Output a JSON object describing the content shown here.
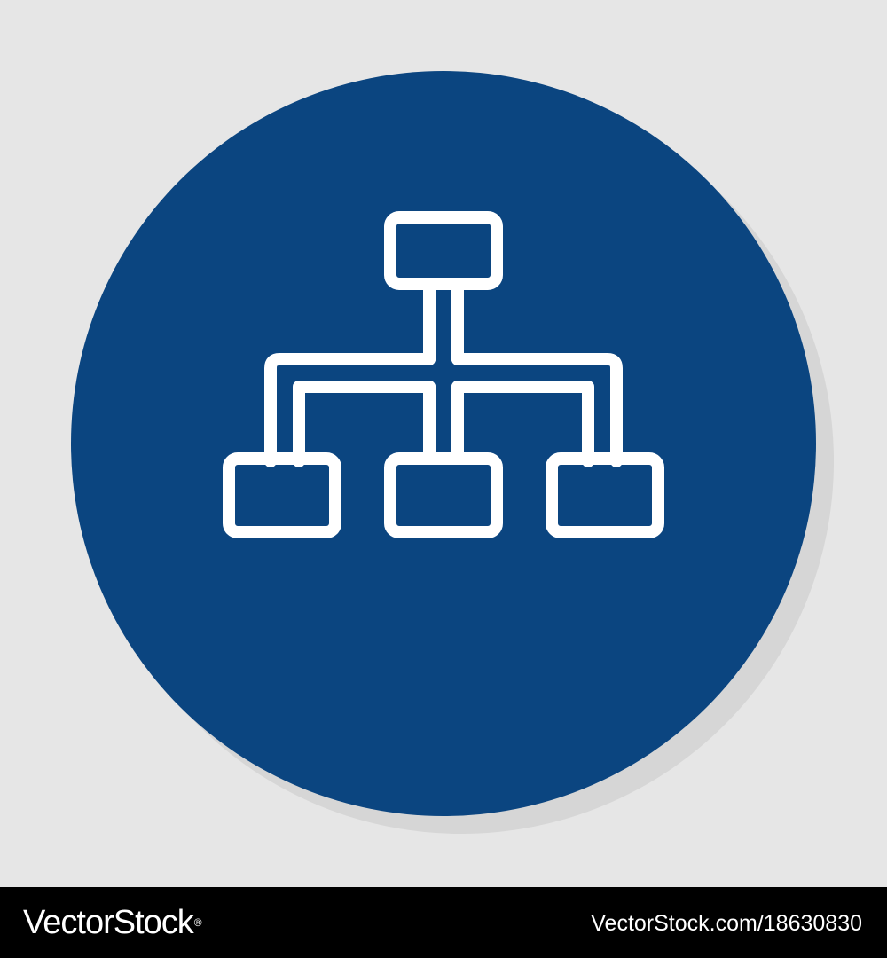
{
  "colors": {
    "background": "#e6e6e6",
    "circle_fill": "#0b4580",
    "icon_stroke": "#ffffff",
    "shadow": "#c9c9c9",
    "footer_bg": "#000000",
    "footer_text": "#ffffff"
  },
  "icon": {
    "name": "hierarchy-structure-icon",
    "style": "white outline on blue circle"
  },
  "footer": {
    "brand_name": "VectorStock",
    "brand_mark": "®",
    "image_url": "VectorStock.com/18630830"
  }
}
